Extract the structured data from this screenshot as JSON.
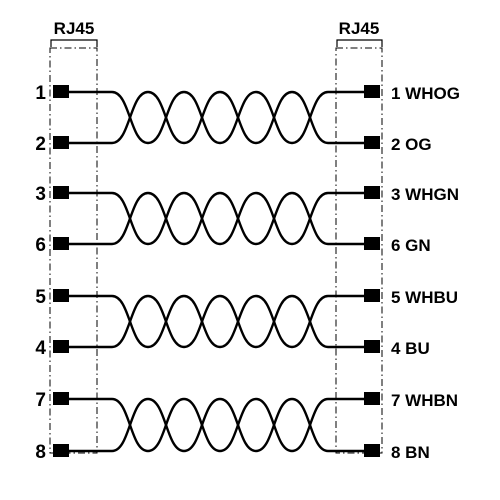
{
  "connectors": {
    "left": {
      "title": "RJ45"
    },
    "right": {
      "title": "RJ45"
    }
  },
  "pairs": [
    {
      "top": {
        "left_pin": "1",
        "right_label": "1 WHOG"
      },
      "bottom": {
        "left_pin": "2",
        "right_label": "2 OG"
      }
    },
    {
      "top": {
        "left_pin": "3",
        "right_label": "3 WHGN"
      },
      "bottom": {
        "left_pin": "6",
        "right_label": "6 GN"
      }
    },
    {
      "top": {
        "left_pin": "5",
        "right_label": "5 WHBU"
      },
      "bottom": {
        "left_pin": "4",
        "right_label": "4 BU"
      }
    },
    {
      "top": {
        "left_pin": "7",
        "right_label": "7 WHBN"
      },
      "bottom": {
        "left_pin": "8",
        "right_label": "8 BN"
      }
    }
  ],
  "colors": {
    "line": "#000000",
    "background": "#ffffff"
  }
}
